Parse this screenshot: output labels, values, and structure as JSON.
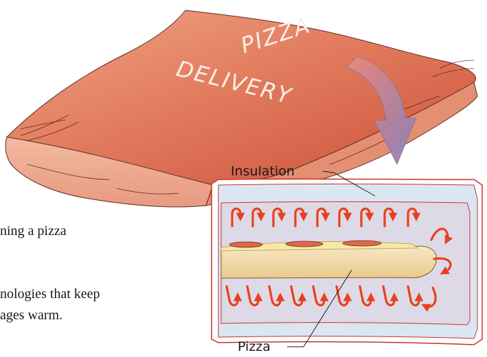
{
  "box": {
    "title_line1": "PIZZA",
    "title_line2": "DELIVERY"
  },
  "labels": {
    "insulation": "Insulation",
    "pizza": "Pizza"
  },
  "caption": {
    "line1": "ning a pizza",
    "line2": "nologies that keep",
    "line3": "ages warm."
  },
  "colors": {
    "box_top": "#d9664e",
    "box_side": "#eea78e",
    "insulation": "#dbe6f3",
    "arrows": "#e8401e",
    "crust": "#f2d9a9"
  }
}
